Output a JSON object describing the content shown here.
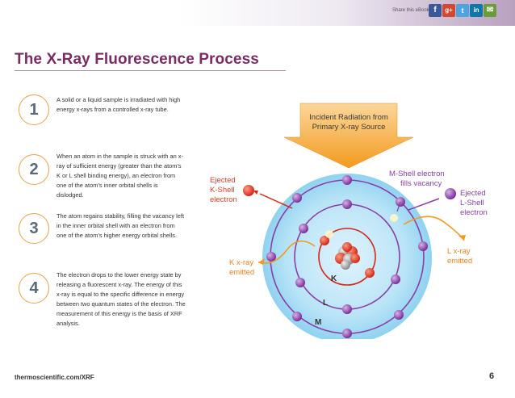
{
  "share": {
    "label": "Share this eBook"
  },
  "title": "The X-Ray Fluorescence Process",
  "steps": [
    {
      "num": "1",
      "text": "A solid or a liquid sample is irradiated with high energy x-rays from a controlled x-ray tube."
    },
    {
      "num": "2",
      "text": "When an atom in the sample is struck with an x-ray of sufficient energy (greater than the atom’s K or L shell binding energy), an electron from one of the atom’s inner orbital shells is dislodged."
    },
    {
      "num": "3",
      "text": "The atom regains stability, filling the vacancy left in the inner orbital shell with an electron from one of the atom’s higher energy orbital shells."
    },
    {
      "num": "4",
      "text": "The electron drops to the lower energy state by releasing a fluorescent x-ray. The energy of this x-ray is equal to the specific difference in energy between two quantum states of the electron. The measurement of this energy is the basis of XRF analysis."
    }
  ],
  "diagram": {
    "incident_line1": "Incident Radiation from",
    "incident_line2": "Primary X-ray Source",
    "ejected_k_1": "Ejected",
    "ejected_k_2": "K-Shell",
    "ejected_k_3": "electron",
    "mshell_1": "M-Shell electron",
    "mshell_2": "fills vacancy",
    "ejected_l_1": "Ejected",
    "ejected_l_2": "L-Shell",
    "ejected_l_3": "electron",
    "kxray_1": "K x-ray",
    "kxray_2": "emitted",
    "lxray_1": "L x-ray",
    "lxray_2": "emitted",
    "shell_k": "K",
    "shell_l": "L",
    "shell_m": "M"
  },
  "footer": {
    "url": "thermoscientific.com/XRF",
    "page": "6"
  },
  "colors": {
    "title": "#7a2c63",
    "accent": "#e8a24a",
    "electron": "#8a3fa6",
    "red": "#e23b2a"
  }
}
